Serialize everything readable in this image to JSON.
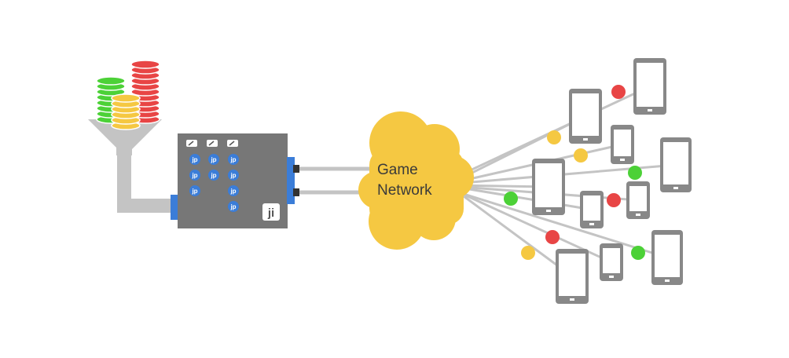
{
  "cloud": {
    "line1": "Game",
    "line2": "Network",
    "color": "#F5C842"
  },
  "jackpot_machine": {
    "logo": "ji",
    "badge_label": "jp",
    "body_color": "#777777",
    "port_color": "#3B7DD8"
  },
  "coins": {
    "colors": [
      "#4CD137",
      "#F5C842",
      "#E84545"
    ]
  },
  "status_colors": {
    "green": "#4CD137",
    "yellow": "#F5C842",
    "red": "#E84545"
  },
  "icons": {
    "funnel": "funnel-icon",
    "device": "mobile-device-icon"
  }
}
